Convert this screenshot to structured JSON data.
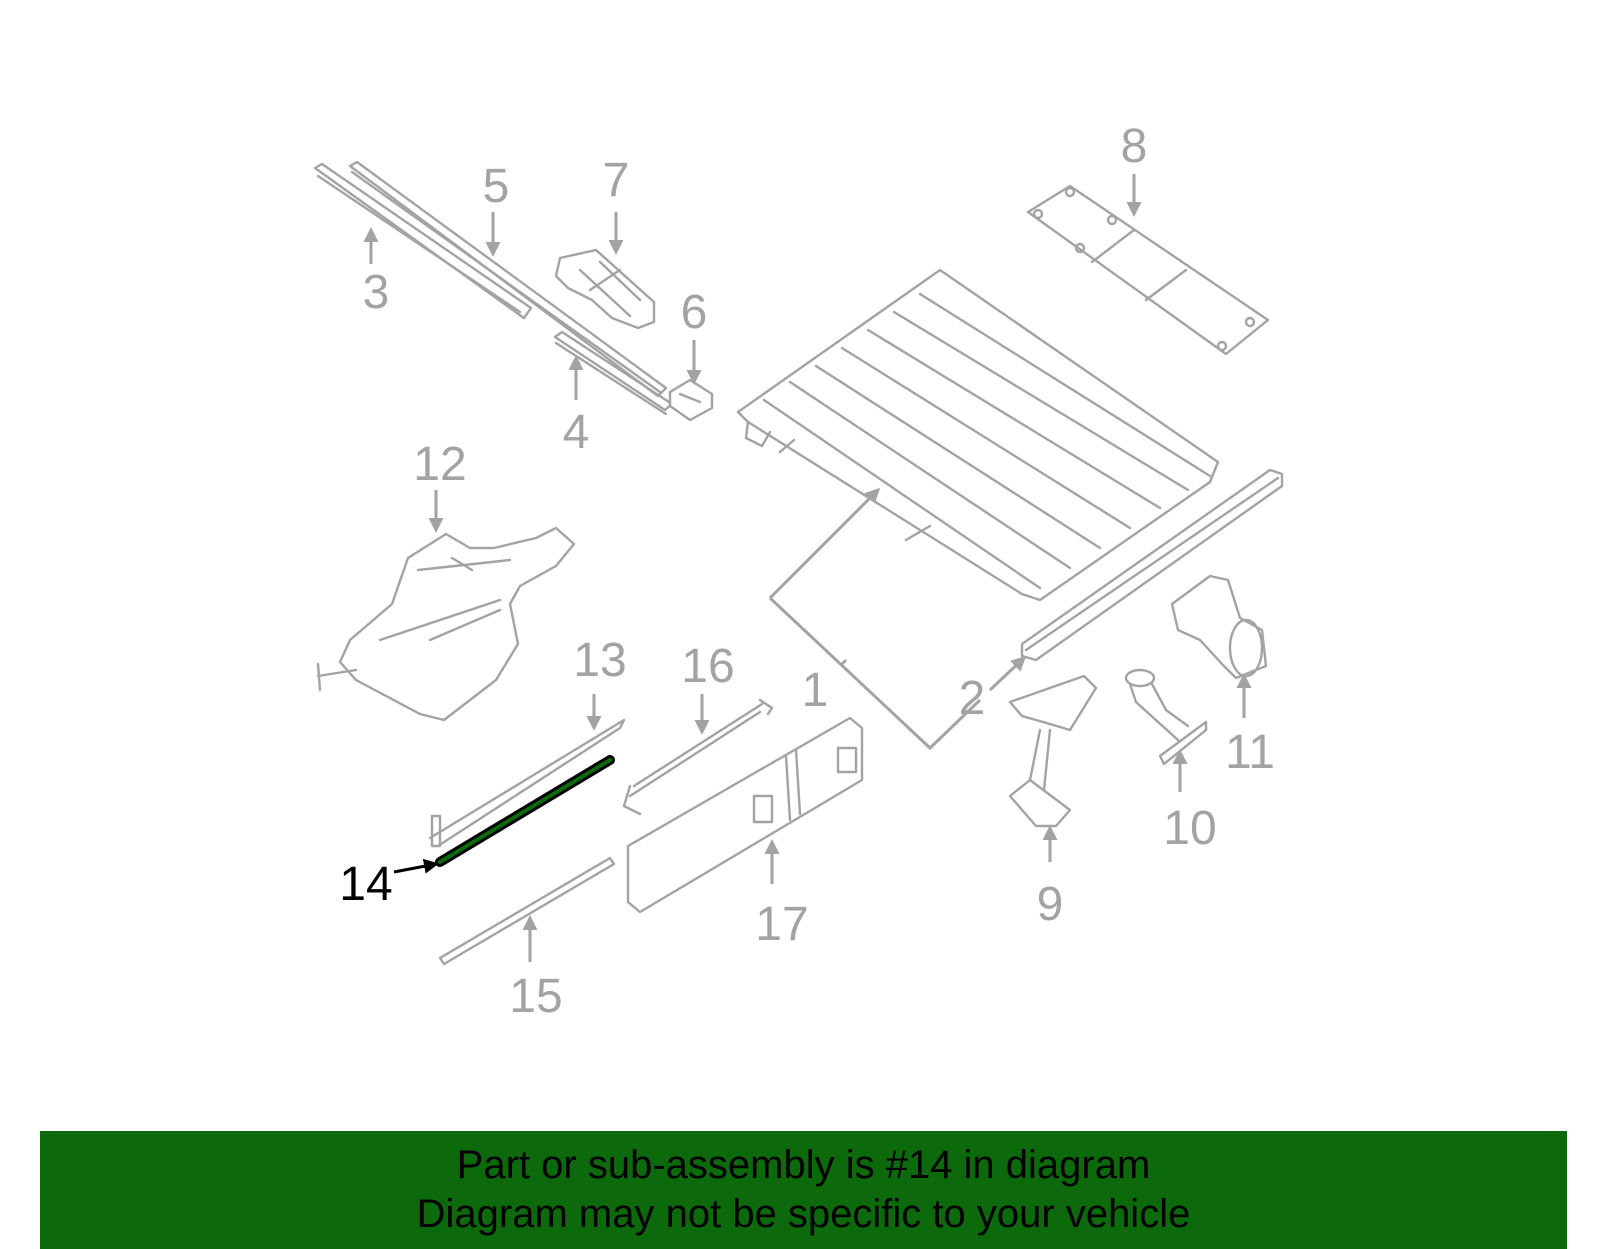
{
  "labels": {
    "p1": "1",
    "p2": "2",
    "p3": "3",
    "p4": "4",
    "p5": "5",
    "p6": "6",
    "p7": "7",
    "p8": "8",
    "p9": "9",
    "p10": "10",
    "p11": "11",
    "p12": "12",
    "p13": "13",
    "p14": "14",
    "p15": "15",
    "p16": "16",
    "p17": "17"
  },
  "highlighted_part": "14",
  "colors": {
    "part_lines": "#a3a3a3",
    "highlight_part": "#0c6a0c",
    "banner_background": "#0c6a0c",
    "banner_text": "#000000"
  },
  "banner": {
    "line1": "Part or sub-assembly is #14 in diagram",
    "line2": "Diagram may not be specific to your vehicle"
  }
}
